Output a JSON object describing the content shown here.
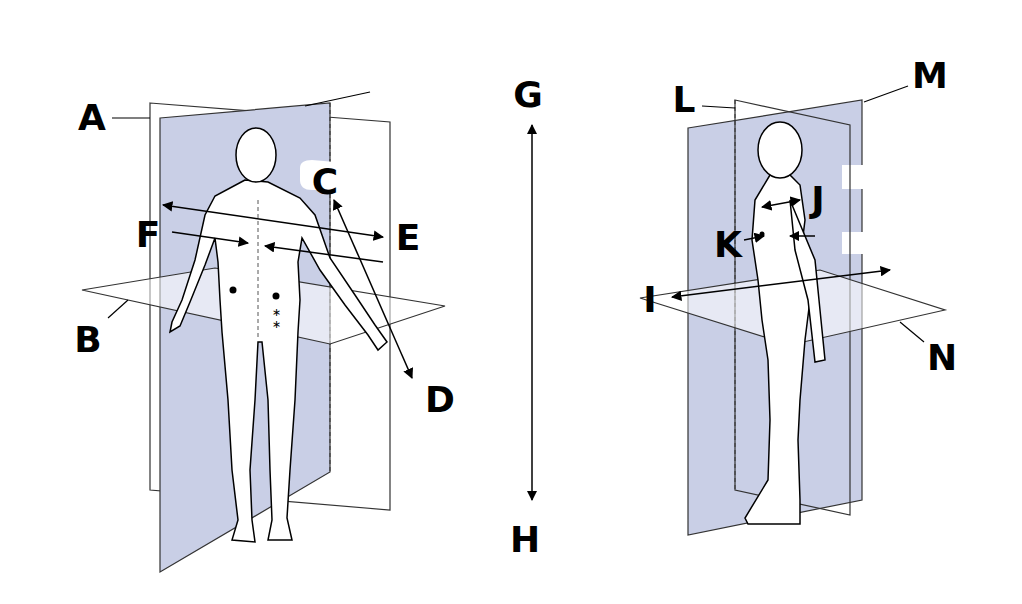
{
  "diagram": {
    "labels": [
      "A",
      "B",
      "C",
      "D",
      "E",
      "F",
      "G",
      "H",
      "I",
      "J",
      "K",
      "L",
      "M",
      "N"
    ]
  }
}
